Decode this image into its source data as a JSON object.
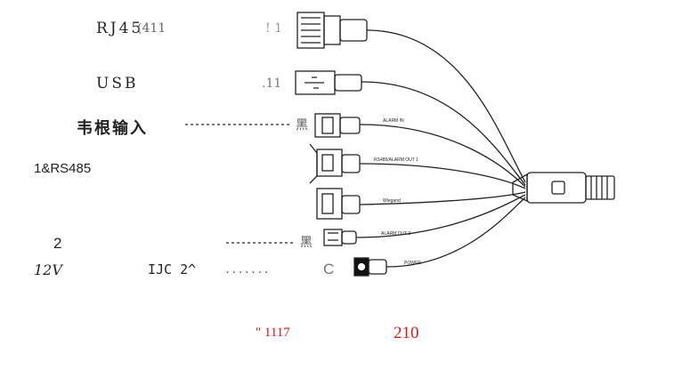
{
  "labels": {
    "rj45": "RJ45",
    "rj45_suffix": "(411",
    "rj45_mark": "! 1",
    "usb": "USB",
    "usb_mark": ".11",
    "wiegand_in": "韦根输入",
    "wiegand_mark": "黑",
    "rs485": "1&RS485",
    "alarm2": "2",
    "alarm2_mark": "黑",
    "power_left": "12V",
    "power_mid": "IJC 2^",
    "power_dots": ".......",
    "power_mark": "C"
  },
  "cable_labels": {
    "alarm_in": "ALARM IN",
    "rs485_alarm_out1": "RS485/ALARM OUT 1",
    "wiegand": "Wiegand",
    "alarm_out2": "ALARM OUT 2",
    "power": "POWER"
  },
  "footer": {
    "left": "\" 1117",
    "right": "210"
  },
  "colors": {
    "line": "#222222",
    "footer_red": "#d41818"
  }
}
